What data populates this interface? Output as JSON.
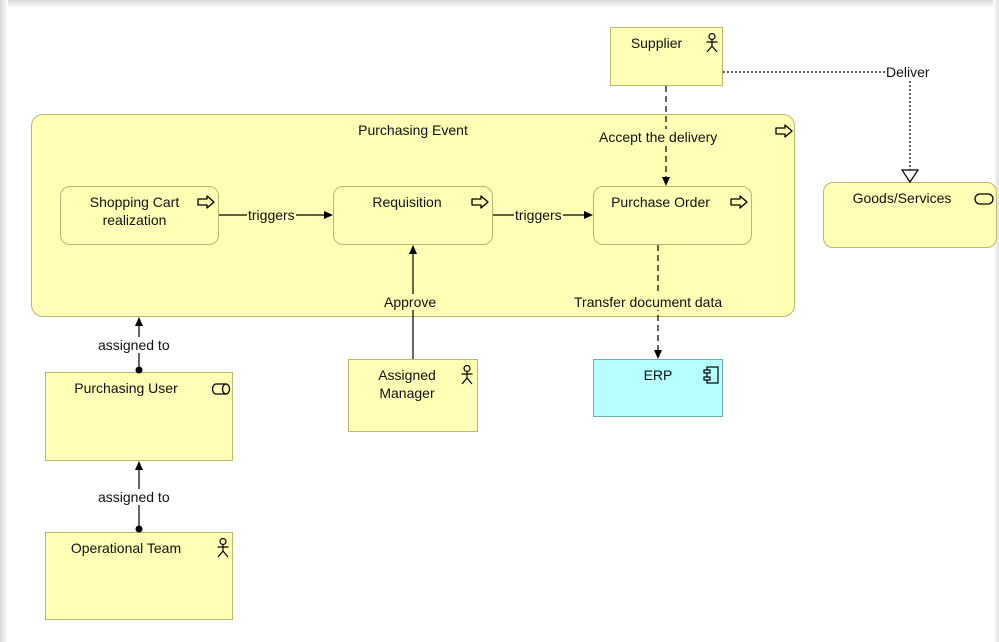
{
  "elements": {
    "purchasing_event": "Purchasing Event",
    "shopping_cart": "Shopping Cart\nrealization",
    "requisition": "Requisition",
    "purchase_order": "Purchase Order",
    "supplier": "Supplier",
    "goods_services": "Goods/Services",
    "purchasing_user": "Purchasing User",
    "assigned_manager": "Assigned\nManager",
    "erp": "ERP",
    "operational_team": "Operational Team"
  },
  "relations": {
    "triggers_1": "triggers",
    "triggers_2": "triggers",
    "accept_delivery": "Accept the delivery",
    "deliver": "Deliver",
    "approve": "Approve",
    "transfer_data": "Transfer document data",
    "assigned_to_1": "assigned to",
    "assigned_to_2": "assigned to"
  },
  "colors": {
    "business_element": "#ffffb5",
    "application_component": "#b5ffff",
    "connector": "#000000"
  },
  "icons": {
    "event": "process-arrow-icon",
    "actor": "actor-icon",
    "role": "role-icon",
    "service": "service-icon",
    "component": "component-icon"
  }
}
